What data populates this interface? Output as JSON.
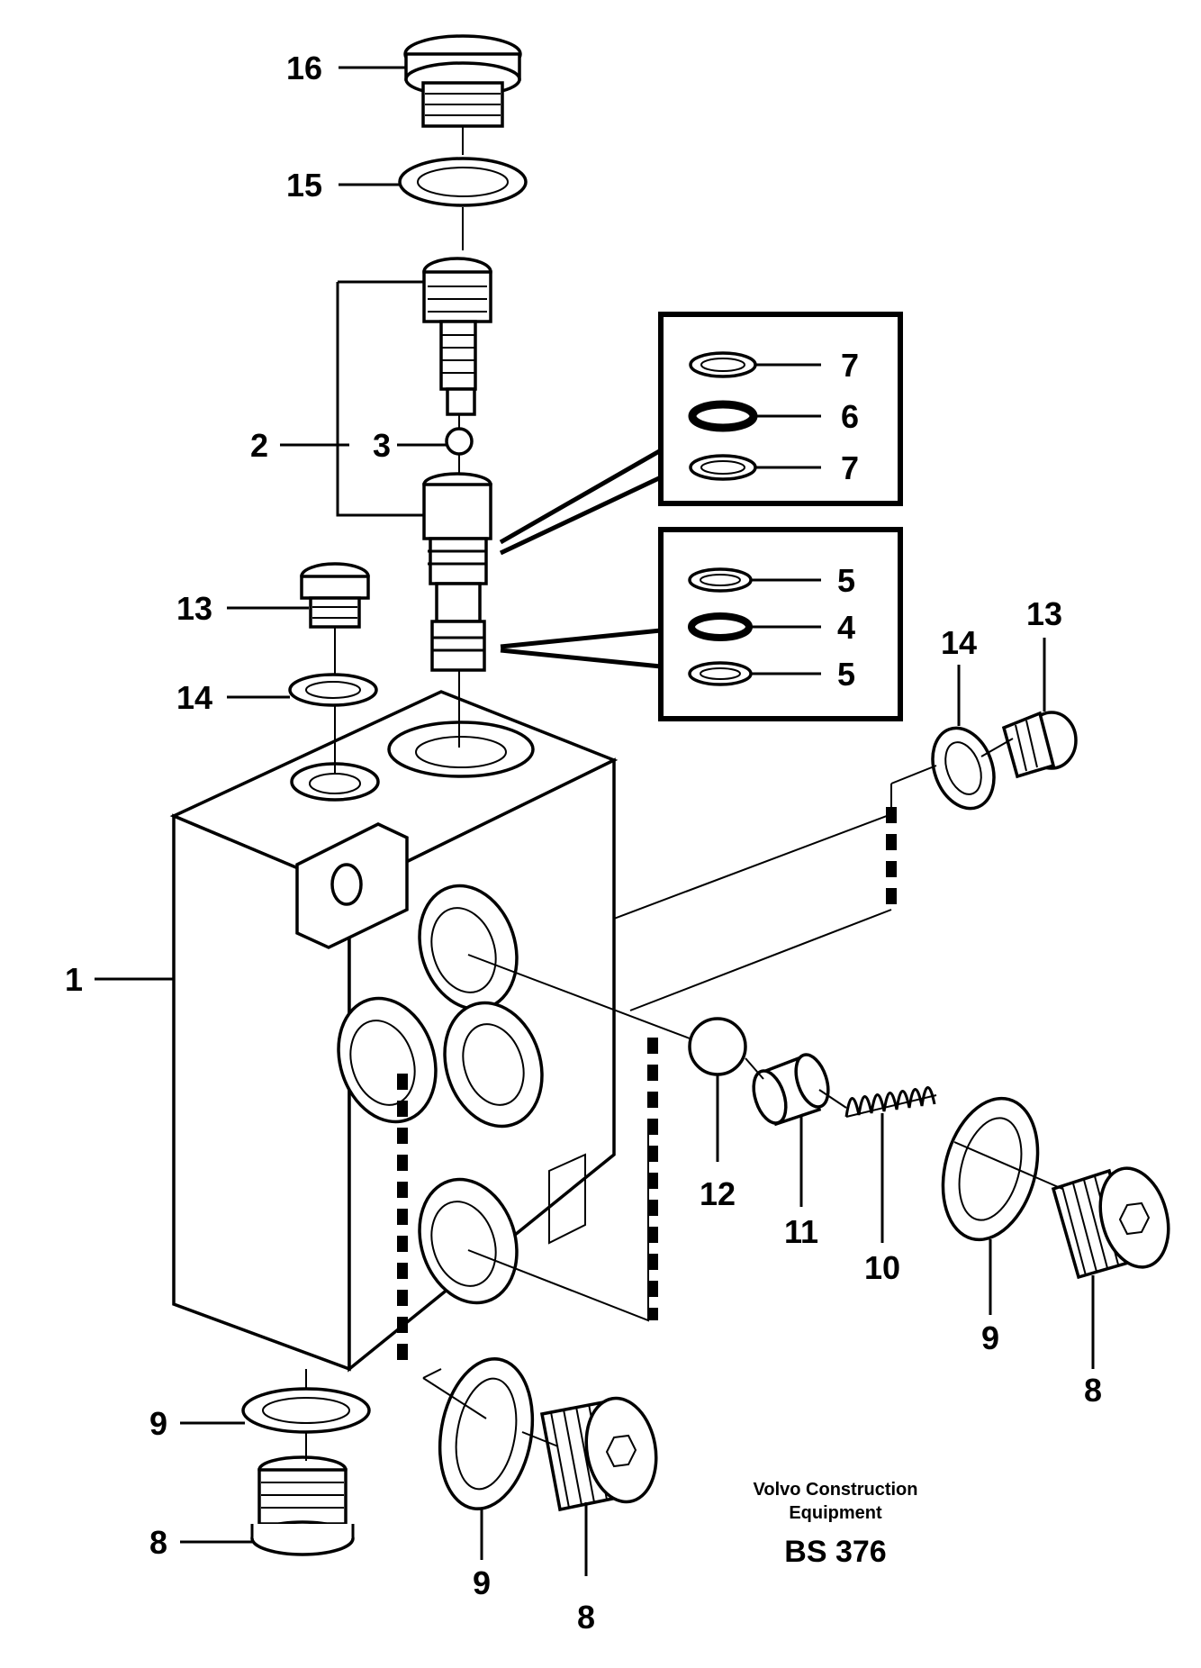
{
  "callouts": {
    "c16": "16",
    "c15": "15",
    "c2": "2",
    "c3": "3",
    "c7a": "7",
    "c6": "6",
    "c7b": "7",
    "c5a": "5",
    "c4": "4",
    "c5b": "5",
    "c13a": "13",
    "c14a": "14",
    "c14b": "14",
    "c13b": "13",
    "c1": "1",
    "c12": "12",
    "c11": "11",
    "c10": "10",
    "c9a": "9",
    "c8a": "8",
    "c9b": "9",
    "c8b": "8",
    "c9c": "9",
    "c8c": "8"
  },
  "branding": {
    "line1": "Volvo Construction",
    "line2": "Equipment",
    "code": "BS 376"
  }
}
